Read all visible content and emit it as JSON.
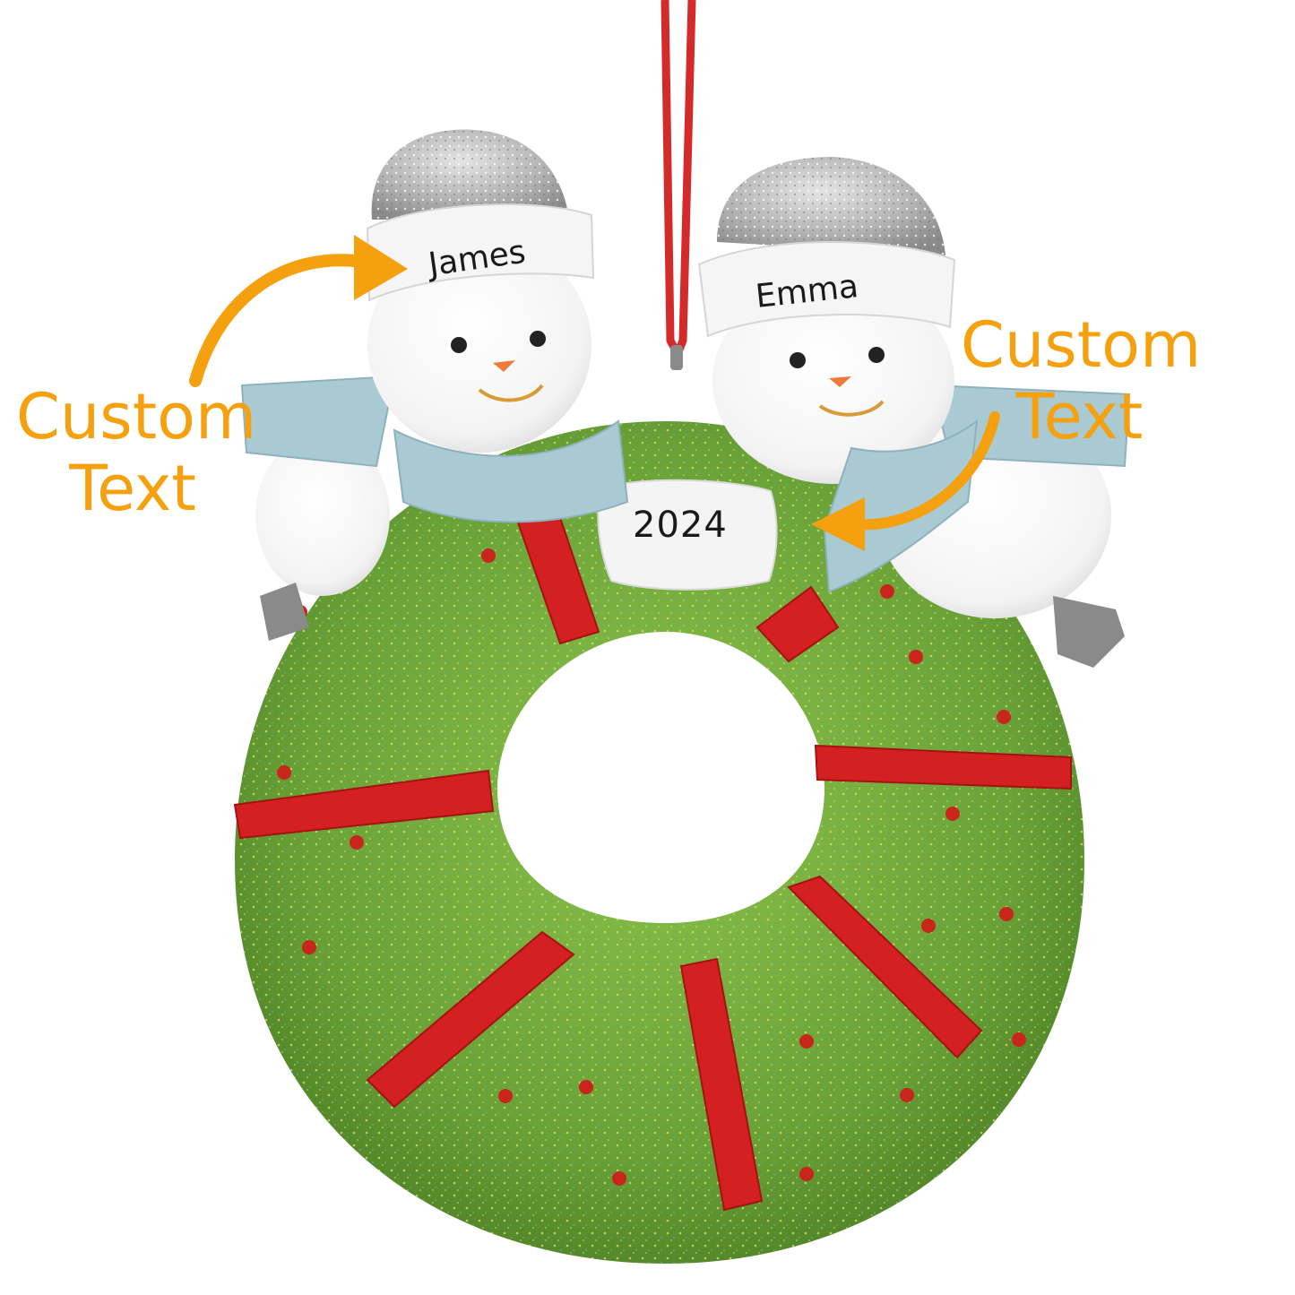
{
  "product": {
    "type": "personalized Christmas ornament",
    "description": "Two snowmen with silver glitter hats on a green glitter wreath with red ribbons"
  },
  "callouts": {
    "left": {
      "line1": "Custom",
      "line2": "Text"
    },
    "right": {
      "line1": "Custom",
      "line2": "Text"
    }
  },
  "personalization": {
    "name_left": "James",
    "name_right": "Emma",
    "year": "2024"
  },
  "colors": {
    "callout_orange": "#f5a00e",
    "wreath_green": "#6fa83a",
    "ribbon_red": "#d42020",
    "hat_silver": "#b8b8b8",
    "scarf_blue": "#a9c9d3",
    "hanger_ribbon": "#d42a2a"
  }
}
